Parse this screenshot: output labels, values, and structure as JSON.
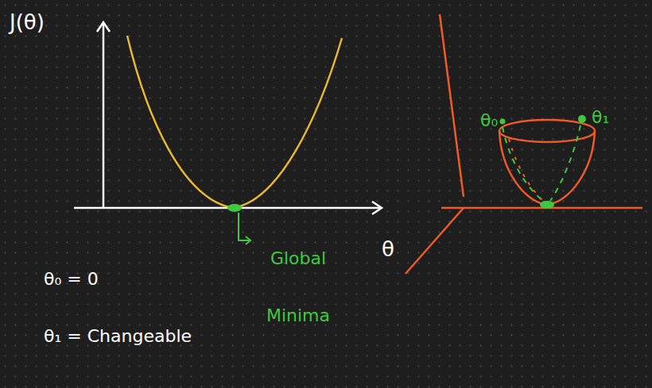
{
  "diagram": {
    "labels": [
      "J(θ)",
      "θ",
      "Global Minima",
      "θ₀ = 0",
      "θ₁ = Changeable",
      "θ₀",
      "θ₁"
    ]
  }
}
